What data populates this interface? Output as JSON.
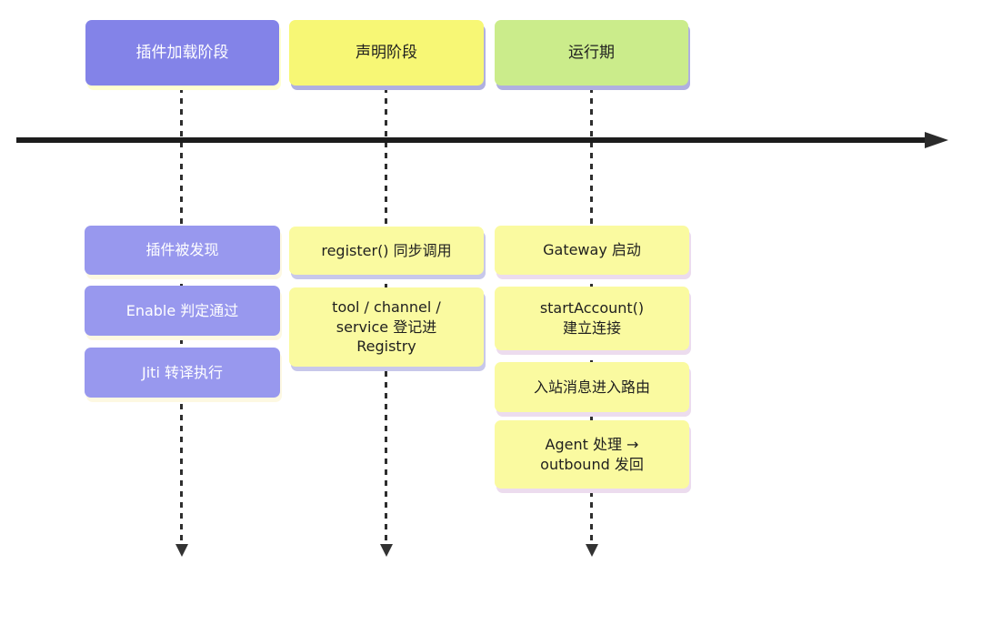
{
  "diagram": {
    "title": "",
    "colors": {
      "phase_purple": "#8383e8",
      "step_purple": "#9898ee",
      "phase_yellow": "#f7f775",
      "step_yellow": "#fafaa0",
      "phase_green": "#cbec8b",
      "timeline_black": "#1c1c1c",
      "shadow_lavender": "#b0b0e0",
      "shadow_cream": "#ffffd0"
    },
    "columns": [
      {
        "header": "插件加载阶段",
        "theme": "purple",
        "boxes": [
          "插件被发现",
          "Enable 判定通过",
          "Jiti 转译执行"
        ]
      },
      {
        "header": "声明阶段",
        "theme": "yellow",
        "boxes": [
          "register() 同步调用",
          "tool / channel /\nservice 登记进\nRegistry"
        ]
      },
      {
        "header": "运行期",
        "theme": "green",
        "boxes": [
          "Gateway 启动",
          "startAccount()\n建立连接",
          "入站消息进入路由",
          "Agent 处理 →\noutbound 发回"
        ]
      }
    ]
  }
}
